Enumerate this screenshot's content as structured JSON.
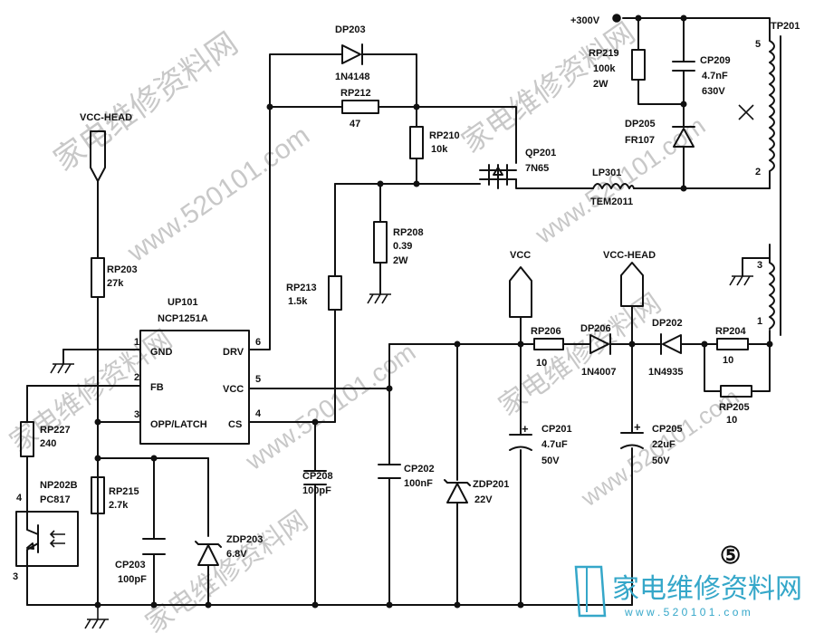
{
  "nets": {
    "vcc_head_left": "VCC-HEAD",
    "vcc": "VCC",
    "vcc_head_right": "VCC-HEAD",
    "plus300v": "+300V"
  },
  "ic": {
    "ref": "UP101",
    "part": "NCP1251A",
    "pins": [
      {
        "num": "1",
        "name": "GND"
      },
      {
        "num": "2",
        "name": "FB"
      },
      {
        "num": "3",
        "name": "OPP/LATCH"
      },
      {
        "num": "6",
        "name": "DRV"
      },
      {
        "num": "5",
        "name": "VCC"
      },
      {
        "num": "4",
        "name": "CS"
      }
    ]
  },
  "transformer": {
    "ref": "TP201",
    "pins": [
      "5",
      "2",
      "3",
      "1"
    ]
  },
  "components": {
    "DP203": {
      "ref": "DP203",
      "value": "1N4148"
    },
    "RP212": {
      "ref": "RP212",
      "value": "47"
    },
    "RP210": {
      "ref": "RP210",
      "value": "10k"
    },
    "QP201": {
      "ref": "QP201",
      "value": "7N65"
    },
    "RP219": {
      "ref": "RP219",
      "value": "100k",
      "extra": "2W"
    },
    "CP209": {
      "ref": "CP209",
      "value": "4.7nF",
      "extra": "630V"
    },
    "DP205": {
      "ref": "DP205",
      "value": "FR107"
    },
    "LP301": {
      "ref": "LP301",
      "value": "TEM2011"
    },
    "RP208": {
      "ref": "RP208",
      "value": "0.39",
      "extra": "2W"
    },
    "RP213": {
      "ref": "RP213",
      "value": "1.5k"
    },
    "RP203": {
      "ref": "RP203",
      "value": "27k"
    },
    "RP227": {
      "ref": "RP227",
      "value": "240"
    },
    "NP202B": {
      "ref": "NP202B",
      "value": "PC817",
      "pin_a": "4",
      "pin_b": "3"
    },
    "RP215": {
      "ref": "RP215",
      "value": "2.7k"
    },
    "CP203": {
      "ref": "CP203",
      "value": "100pF"
    },
    "ZDP203": {
      "ref": "ZDP203",
      "value": "6.8V"
    },
    "CP208": {
      "ref": "CP208",
      "value": "100pF"
    },
    "CP202": {
      "ref": "CP202",
      "value": "100nF"
    },
    "ZDP201": {
      "ref": "ZDP201",
      "value": "22V"
    },
    "RP206": {
      "ref": "RP206",
      "value": "10"
    },
    "DP206": {
      "ref": "DP206",
      "value": "1N4007"
    },
    "DP202": {
      "ref": "DP202",
      "value": "1N4935"
    },
    "RP204": {
      "ref": "RP204",
      "value": "10"
    },
    "RP205": {
      "ref": "RP205",
      "value": "10"
    },
    "CP201": {
      "ref": "CP201",
      "value": "4.7uF",
      "extra": "50V"
    },
    "CP205": {
      "ref": "CP205",
      "value": "22uF",
      "extra": "50V"
    }
  },
  "markers": {
    "section": "⑤",
    "cap_plus": "+"
  },
  "watermark": {
    "brand": "家电维修资料网",
    "url": "www.520101.com",
    "footer_url": "w w w . 5 2 0 1 0 1 . c o m"
  },
  "colors": {
    "ink": "#111111",
    "watermark": "#c8c8c8",
    "logo": "#35a7c9"
  }
}
